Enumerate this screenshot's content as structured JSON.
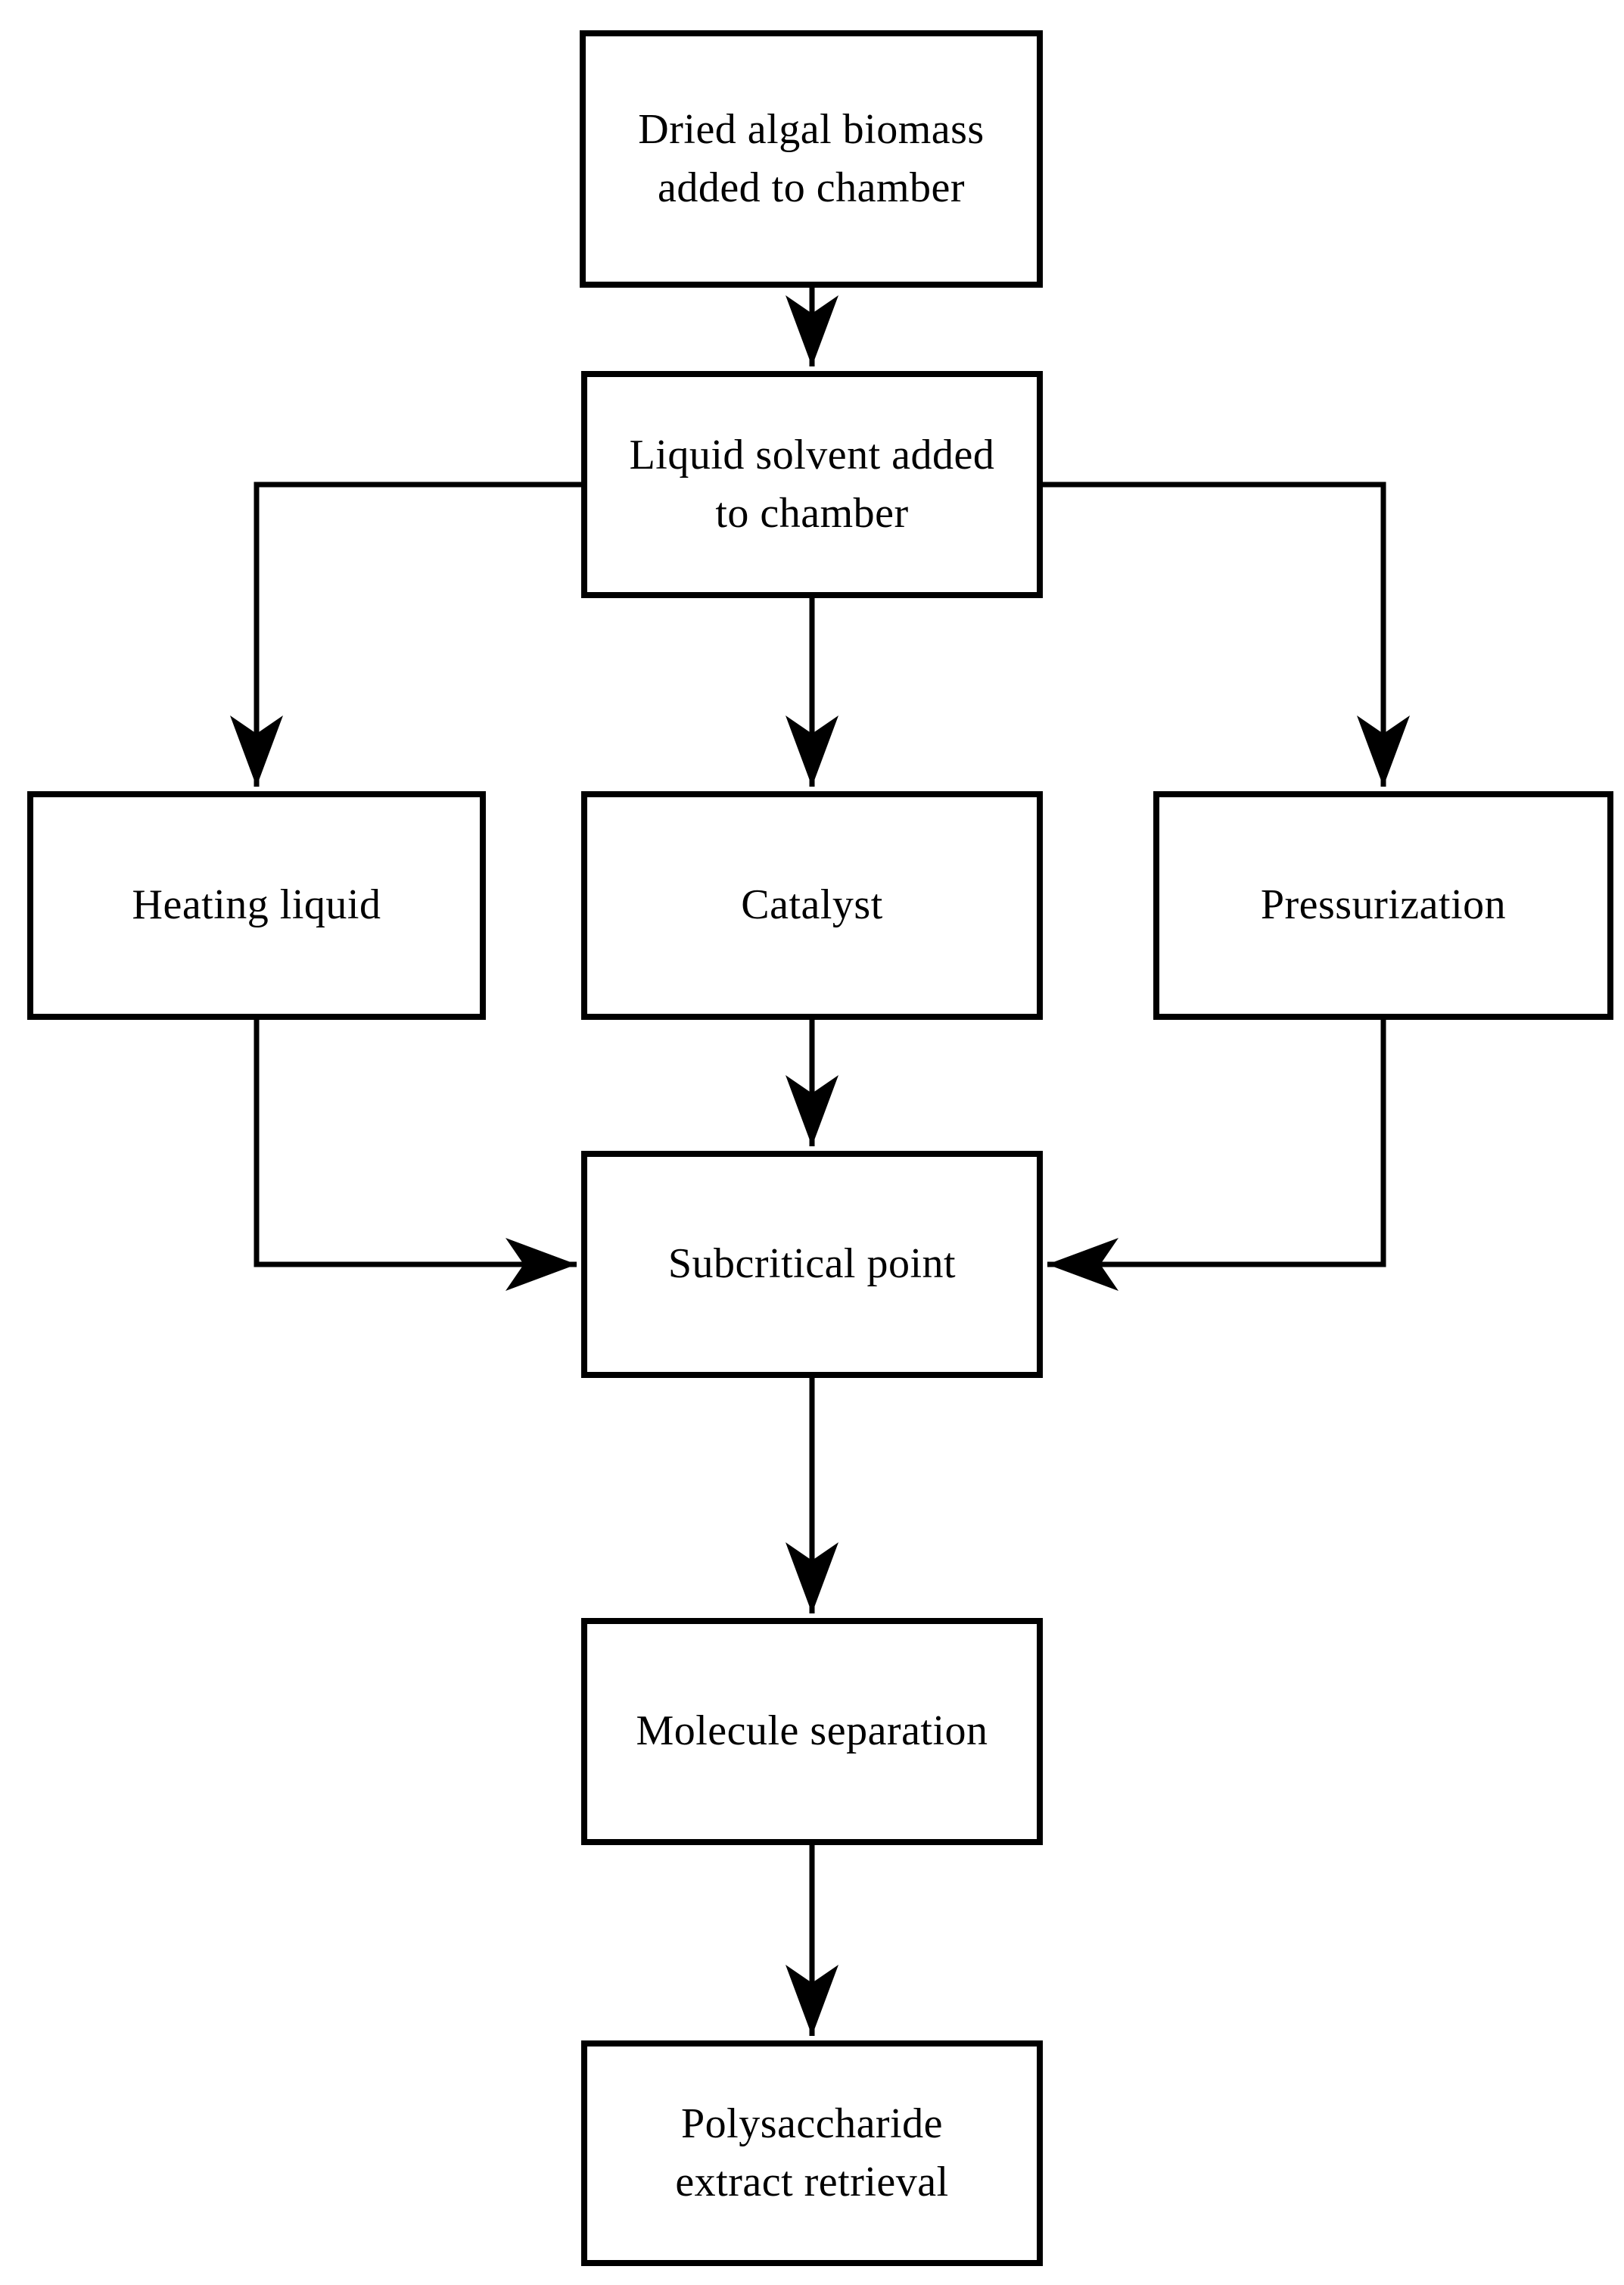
{
  "diagram": {
    "type": "flowchart",
    "background_color": "#ffffff",
    "line_color": "#000000",
    "text_color": "#000000",
    "nodes": [
      {
        "id": "dried-algal-biomass",
        "label": "Dried algal biomass\nadded to chamber"
      },
      {
        "id": "liquid-solvent",
        "label": "Liquid solvent added\nto chamber"
      },
      {
        "id": "heating-liquid",
        "label": "Heating liquid"
      },
      {
        "id": "catalyst",
        "label": "Catalyst"
      },
      {
        "id": "pressurization",
        "label": "Pressurization"
      },
      {
        "id": "subcritical-point",
        "label": "Subcritical point"
      },
      {
        "id": "molecule-separation",
        "label": "Molecule separation"
      },
      {
        "id": "polysaccharide-extract",
        "label": "Polysaccharide\nextract retrieval"
      }
    ],
    "edges": [
      {
        "from": "dried-algal-biomass",
        "to": "liquid-solvent"
      },
      {
        "from": "liquid-solvent",
        "to": "heating-liquid"
      },
      {
        "from": "liquid-solvent",
        "to": "catalyst"
      },
      {
        "from": "liquid-solvent",
        "to": "pressurization"
      },
      {
        "from": "heating-liquid",
        "to": "subcritical-point"
      },
      {
        "from": "catalyst",
        "to": "subcritical-point"
      },
      {
        "from": "pressurization",
        "to": "subcritical-point"
      },
      {
        "from": "subcritical-point",
        "to": "molecule-separation"
      },
      {
        "from": "molecule-separation",
        "to": "polysaccharide-extract"
      }
    ]
  }
}
